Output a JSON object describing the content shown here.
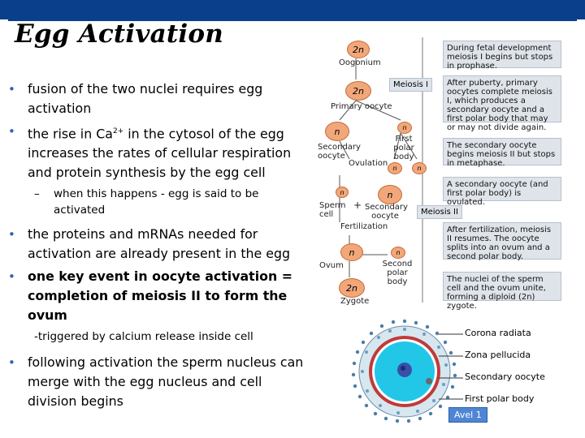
{
  "slide": {
    "title": "Egg Activation",
    "bullets": {
      "b1_pre": "fusion of the two nuclei requires ",
      "b1_bold": "egg activation",
      "b2_pre": "the rise in Ca",
      "b2_sup": "2+",
      "b2_post": " in the cytosol of the egg increases the rates of cellular respiration and protein synthesis by the egg cell",
      "sub1": "when this happens - egg is said to be activated",
      "b3": "the proteins and mRNAs needed for activation are already present in the egg",
      "b4_bold": "one key event in oocyte activation = completion of meiosis II to form the ovum",
      "note": "-triggered by calcium release inside cell",
      "b5": "following activation the sperm nucleus can merge with the egg nucleus and cell division begins"
    }
  },
  "diagram": {
    "cells": {
      "oogonium": "2n",
      "primary": "2n",
      "secondary": "n",
      "first_polar": "n",
      "polar_a": "n",
      "polar_b": "n",
      "sperm": "n",
      "secondary2": "n",
      "ovum": "n",
      "second_polar": "n",
      "zygote": "2n"
    },
    "labels": {
      "oogonium": "Oogonium",
      "primary": "Primary oocyte",
      "secondary": "Secondary oocyte",
      "first_polar": "First polar body",
      "ovulation": "Ovulation",
      "sperm_cell": "Sperm cell",
      "plus": "+",
      "secondary_oocyte": "Secondary oocyte",
      "fertilization": "Fertilization",
      "ovum": "Ovum",
      "second_polar": "Second polar body",
      "zygote": "Zygote"
    },
    "tags": {
      "meiosis1": "Meiosis I",
      "meiosis2": "Meiosis II"
    },
    "boxes": {
      "box1": "During fetal development meiosis I begins but stops in prophase.",
      "box2": "After puberty, primary oocytes complete meiosis I, which produces a secondary oocyte and a first polar body that may or may not divide again.",
      "box3": "The secondary oocyte begins meiosis II but stops in metaphase.",
      "box4": "A secondary oocyte (and first polar body) is ovulated.",
      "box5": "After fertilization, meiosis II resumes. The oocyte splits into an ovum and a second polar body.",
      "box6": "The nuclei of the sperm cell and the ovum unite, forming a diploid (2n) zygote."
    }
  },
  "oocyte_figure": {
    "labels": {
      "corona": "Corona radiata",
      "zona": "Zona pellucida",
      "secondary": "Secondary oocyte",
      "polar": "First polar body"
    },
    "button": "Avel 1"
  }
}
